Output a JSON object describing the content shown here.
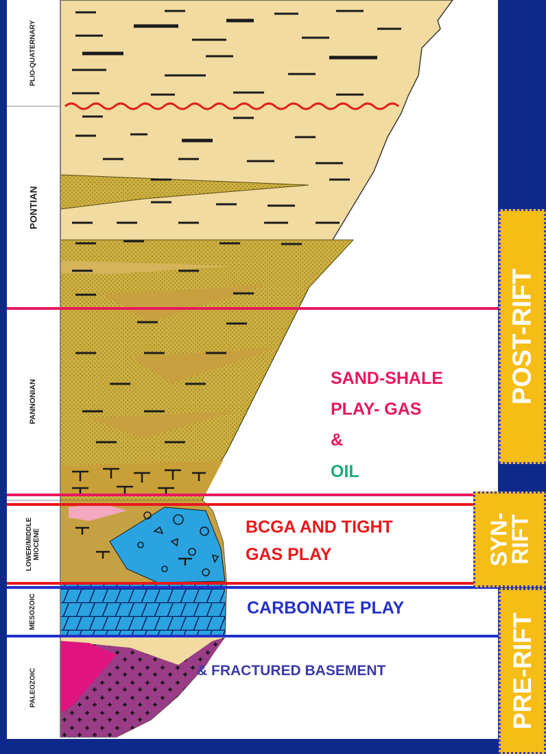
{
  "ages": {
    "plio_quaternary": "PLIO-QUATERNARY",
    "pontian": "PONTIAN",
    "pannonian": "PANNONIAN",
    "miocene": "LOWER/MIDDLE MIOCENE",
    "mesozoic": "MESOZOIC",
    "paleozoic": "PALEOZOIC"
  },
  "plays": {
    "sand_shale_line1": "SAND-SHALE",
    "sand_shale_line2": "PLAY- GAS",
    "amp": "&",
    "oil": "OIL",
    "bcga_line1": "BCGA AND TIGHT",
    "bcga_line2": "GAS PLAY",
    "carbonate": "CARBONATE PLAY",
    "basement": "& FRACTURED BASEMENT"
  },
  "stages": {
    "post_rift": "POST-RIFT",
    "syn_rift": "SYN-RIFT",
    "pre_rift": "PRE-RIFT"
  },
  "colors": {
    "background": "#0d2a8a",
    "sand_shale": "#e8175d",
    "oil": "#1aaa78",
    "bcga": "#e8181a",
    "carbonate": "#2330c8",
    "basement": "#3a3aa8",
    "stage_fill": "#f6bd16",
    "stage_text": "#ffffff",
    "shale": "#f2dba0",
    "sand": "#c9a838",
    "carbonate_fill": "#29a0e0",
    "paleozoic_fill": "#9a3c86"
  }
}
